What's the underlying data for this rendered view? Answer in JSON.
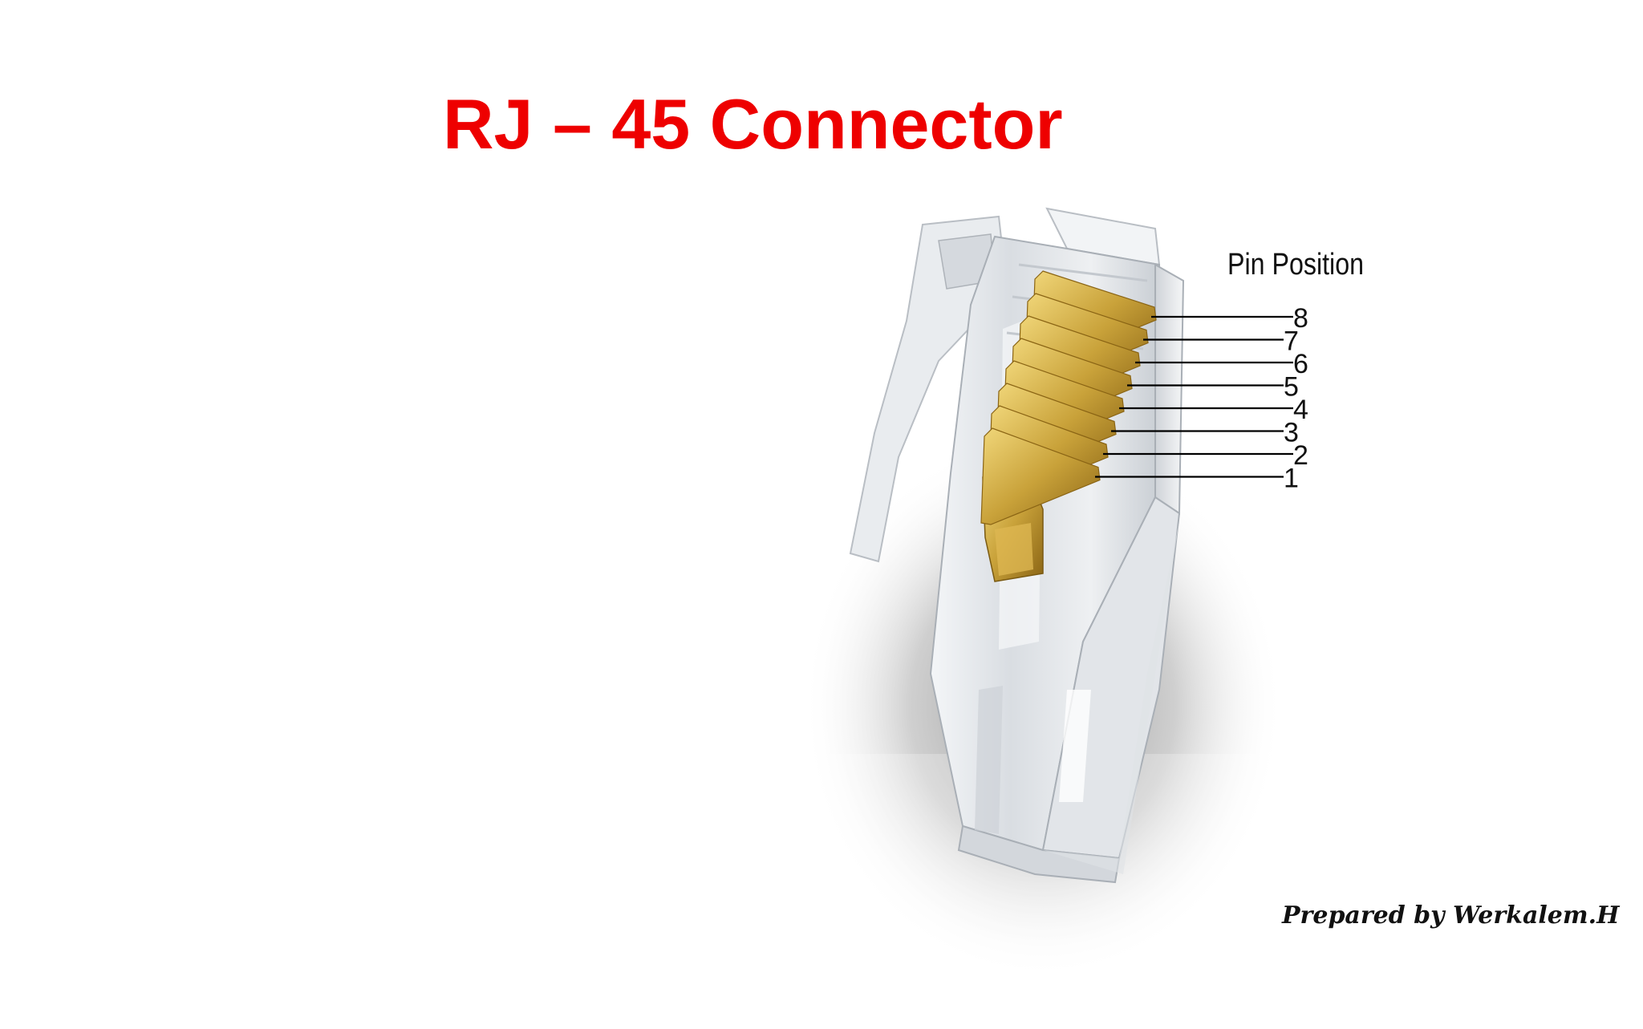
{
  "slide": {
    "title": "RJ – 45 Connector",
    "credit": "Prepared by Werkalem.H"
  },
  "diagram": {
    "pin_heading": "Pin Position",
    "pins": [
      {
        "number": "8"
      },
      {
        "number": "7"
      },
      {
        "number": "6"
      },
      {
        "number": "5"
      },
      {
        "number": "4"
      },
      {
        "number": "3"
      },
      {
        "number": "2"
      },
      {
        "number": "1"
      }
    ]
  },
  "colors": {
    "title": "#ee0000",
    "contact_gold": "#c9a23a",
    "contact_dark": "#8a6414",
    "plastic": "#e6e9ec",
    "leader_line": "#000000"
  }
}
